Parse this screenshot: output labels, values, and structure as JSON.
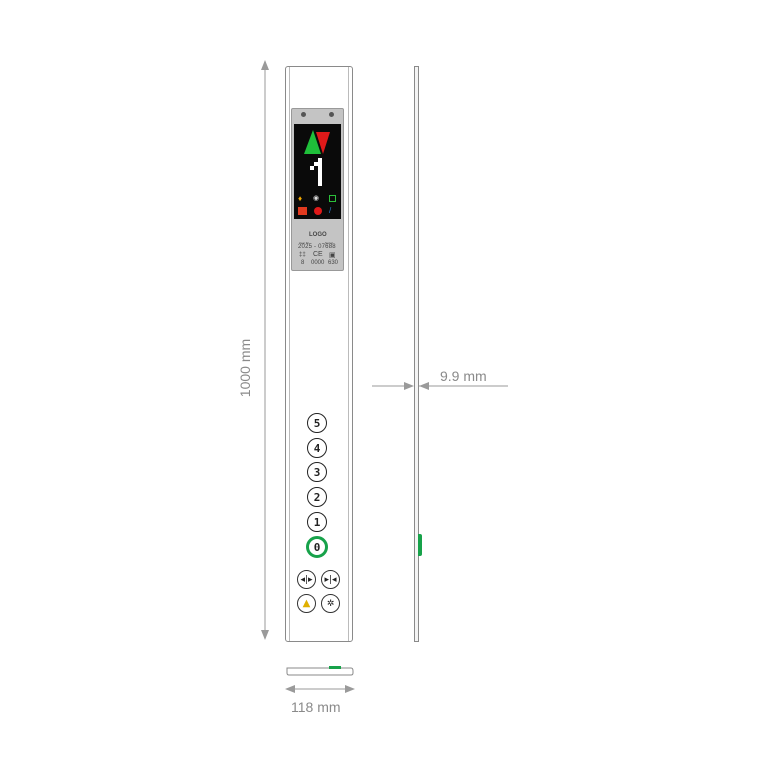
{
  "dimensions": {
    "height_label": "1000 mm",
    "depth_label": "9.9 mm",
    "width_label": "118 mm"
  },
  "display": {
    "floor_number": "1",
    "up_arrow_color": "#1fbf3a",
    "down_arrow_color": "#e01919"
  },
  "nameplate": {
    "logo": "LOGO",
    "small_left": "Year Nr.",
    "small_right": "Serial",
    "code": "2025 - 07688",
    "persons": "8",
    "ce_number": "0000",
    "load": "630"
  },
  "floor_buttons": [
    "5",
    "4",
    "3",
    "2",
    "1",
    "0"
  ],
  "active_floor": "0",
  "function_buttons": [
    {
      "name": "door-close-icon",
      "color": "#222222"
    },
    {
      "name": "door-open-icon",
      "color": "#222222"
    },
    {
      "name": "alarm-bell-icon",
      "color": "#e0b000"
    },
    {
      "name": "fan-icon",
      "color": "#222222"
    }
  ],
  "colors": {
    "accent_green": "#17a24a",
    "panel_stroke": "#8a8a8a"
  }
}
